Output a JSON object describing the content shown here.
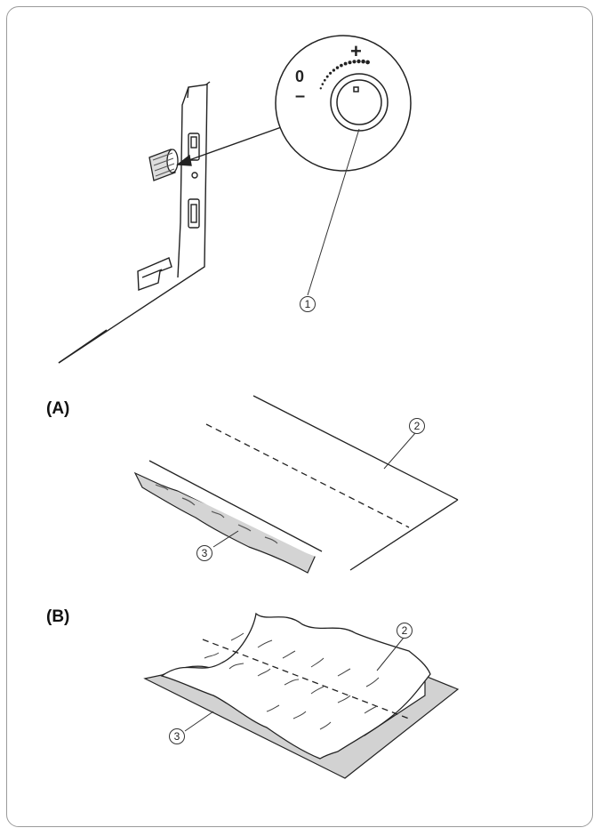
{
  "figure": {
    "dial": {
      "zero_label": "0",
      "plus_label": "+",
      "minus_label": "–"
    },
    "callouts": {
      "dial_knob": "1",
      "a_top_fabric": "2",
      "a_bottom_fabric": "3",
      "b_top_fabric": "2",
      "b_bottom_fabric": "3"
    },
    "panels": {
      "a_label": "(A)",
      "b_label": "(B)"
    }
  }
}
